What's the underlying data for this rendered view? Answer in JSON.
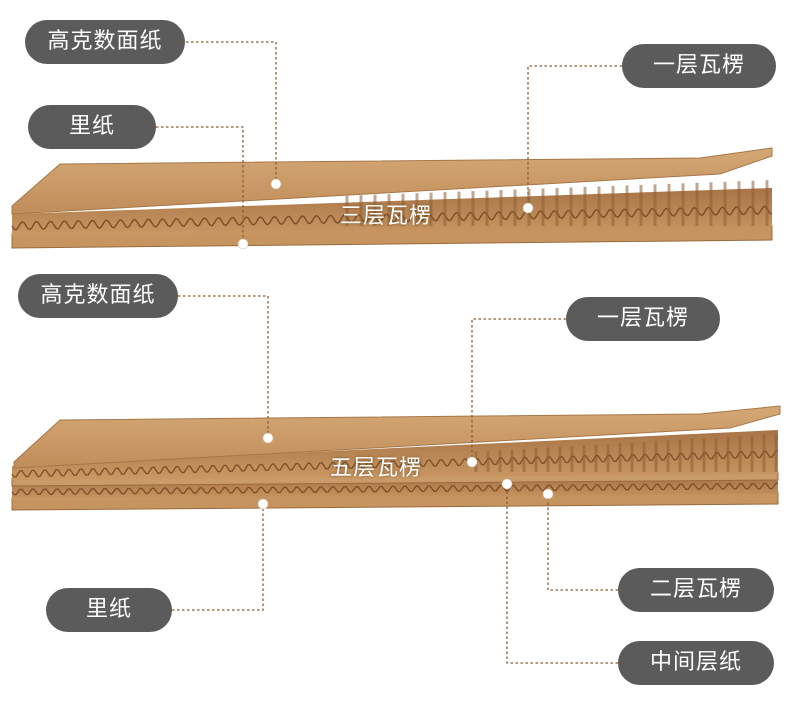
{
  "labels": {
    "top": {
      "facing_paper": "高克数面纸",
      "liner_paper": "里纸",
      "flute_one": "一层瓦楞",
      "center": "三层瓦楞"
    },
    "bottom": {
      "facing_paper": "高克数面纸",
      "flute_one": "一层瓦楞",
      "center": "五层瓦楞",
      "liner_paper": "里纸",
      "flute_two": "二层瓦楞",
      "middle_paper": "中间层纸"
    }
  },
  "colors": {
    "pill_bg": "#5b5b5b",
    "pill_text": "#ffffff",
    "board_light": "#c99b68",
    "board_mid": "#b58353",
    "board_dark": "#8a5a30",
    "leader_line": "#8a5a30",
    "marker_dot": "#ffffff"
  }
}
